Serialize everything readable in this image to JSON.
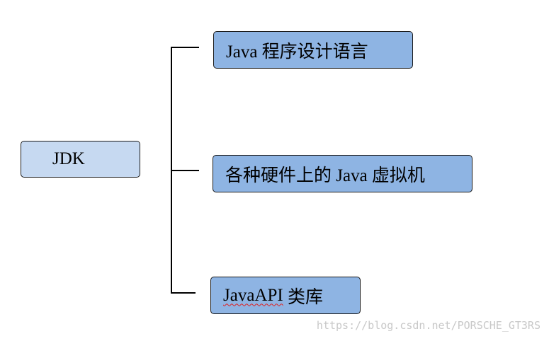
{
  "diagram": {
    "root": {
      "label": "JDK"
    },
    "children": [
      {
        "label": "Java 程序设计语言"
      },
      {
        "label": "各种硬件上的 Java 虚拟机"
      },
      {
        "label_main": "JavaAPI",
        "label_suffix": " 类库"
      }
    ],
    "colors": {
      "root_fill": "#c6d9f1",
      "child_fill": "#8eb4e3",
      "border": "#1a1a1a",
      "connector": "#000000"
    }
  },
  "watermark": {
    "text": "https://blog.csdn.net/PORSCHE_GT3RS"
  }
}
